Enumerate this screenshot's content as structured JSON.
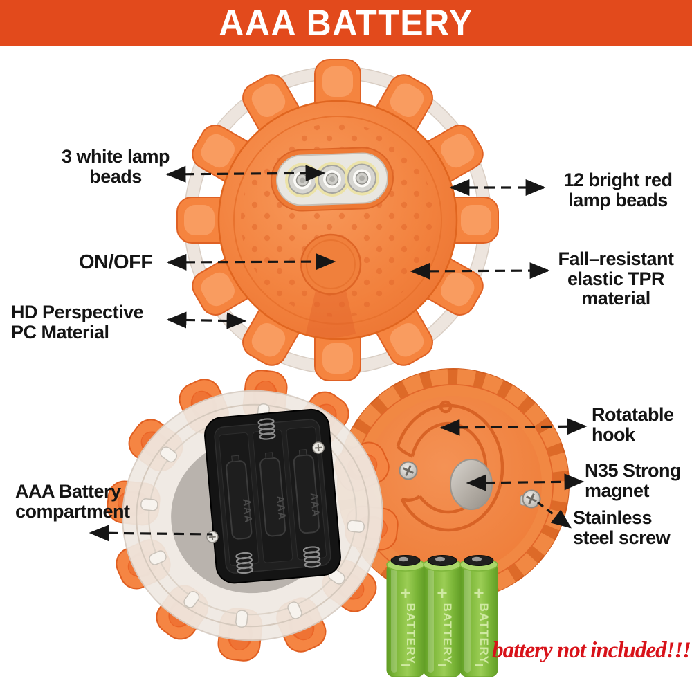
{
  "banner": {
    "title": "AAA BATTERY",
    "bg_color": "#e24a1c",
    "text_color": "#ffffff"
  },
  "callouts": {
    "white_lamp_beads": "3 white lamp\nbeads",
    "red_lamp_beads": "12 bright red\nlamp beads",
    "on_off": "ON/OFF",
    "fall_resistant": "Fall–resistant\nelastic TPR\nmaterial",
    "hd_perspective": "HD Perspective\nPC Material",
    "battery_compartment": "AAA Battery\ncompartment",
    "rotatable_hook": "Rotatable\nhook",
    "n35_magnet": "N35 Strong\nmagnet",
    "stainless_screw": "Stainless\nsteel screw"
  },
  "footnote": {
    "battery_not_included": "battery not included!!!",
    "color": "#d81219"
  },
  "battery": {
    "brand_label": "BATTERY",
    "plus_symbol": "+",
    "minus_symbol": "–",
    "count": 3
  },
  "compartment": {
    "slot_label": "AAA",
    "slot_count": 3
  },
  "colors": {
    "device_orange": "#f1823d",
    "device_orange_dark": "#e0641f",
    "clear_plastic": "#efe9e2",
    "battery_green": "#7eb83a",
    "label_text": "#141414"
  }
}
